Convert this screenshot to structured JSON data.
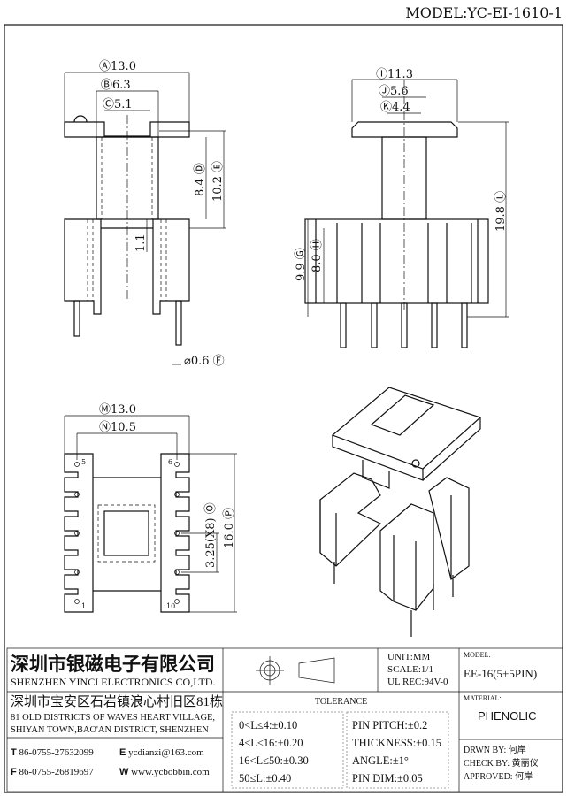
{
  "model_header": "MODEL:YC-EI-1610-1",
  "front_view": {
    "dims": [
      {
        "tag": "A",
        "value": "13.0"
      },
      {
        "tag": "B",
        "value": "6.3"
      },
      {
        "tag": "C",
        "value": "5.1"
      },
      {
        "tag": "D",
        "value": "8.4"
      },
      {
        "tag": "E",
        "value": "10.2"
      },
      {
        "tag": "",
        "value": "1.1"
      },
      {
        "tag": "F",
        "value": "⌀0.6"
      }
    ]
  },
  "side_view": {
    "dims": [
      {
        "tag": "I",
        "value": "11.3"
      },
      {
        "tag": "J",
        "value": "5.6"
      },
      {
        "tag": "K",
        "value": "4.4"
      },
      {
        "tag": "L",
        "value": "19.8"
      },
      {
        "tag": "G",
        "value": "9.9"
      },
      {
        "tag": "H",
        "value": "8.0"
      }
    ]
  },
  "bottom_view": {
    "dims": [
      {
        "tag": "M",
        "value": "13.0"
      },
      {
        "tag": "N",
        "value": "10.5"
      },
      {
        "tag": "O",
        "value": "3.25(X8)"
      },
      {
        "tag": "P",
        "value": "16.0"
      }
    ],
    "pin_labels": [
      "5",
      "6",
      "1",
      "10"
    ]
  },
  "title_block": {
    "company_cn": "深圳市银磁电子有限公司",
    "company_en": "SHENZHEN YINCI ELECTRONICS CO,LTD.",
    "address_cn": "深圳市宝安区石岩镇浪心村旧区81栋",
    "address_en_1": "81 OLD DISTRICTS OF WAVES HEART VILLAGE,",
    "address_en_2": "SHIYAN TOWN,BAO'AN DISTRICT, SHENZHEN",
    "tel_label": "T",
    "tel": "86-0755-27632099",
    "email_label": "E",
    "email": "ycdianzi@163.com",
    "fax_label": "F",
    "fax": "86-0755-26819697",
    "web_label": "W",
    "web": "www.ycbobbin.com",
    "unit": "UNIT:MM",
    "scale": "SCALE:1/1",
    "ul": "UL REC:94V-0",
    "model_label": "MODEL:",
    "model": "EE-16(5+5PIN)",
    "material_label": "MATERIAL:",
    "material": "PHENOLIC",
    "tolerance_title": "TOLERANCE",
    "tolerance_left": [
      "0<L≤4:±0.10",
      "4<L≤16:±0.20",
      "16<L≤50:±0.30",
      "50≤L:±0.40"
    ],
    "tolerance_right": [
      "PIN PITCH:±0.2",
      "THICKNESS:±0.15",
      "ANGLE:±1°",
      "PIN DIM:±0.05"
    ],
    "drawn_by": "DRWN BY: 何岸",
    "check_by": "CHECK BY: 黄丽仪",
    "approved": "APPROVED: 何岸"
  }
}
